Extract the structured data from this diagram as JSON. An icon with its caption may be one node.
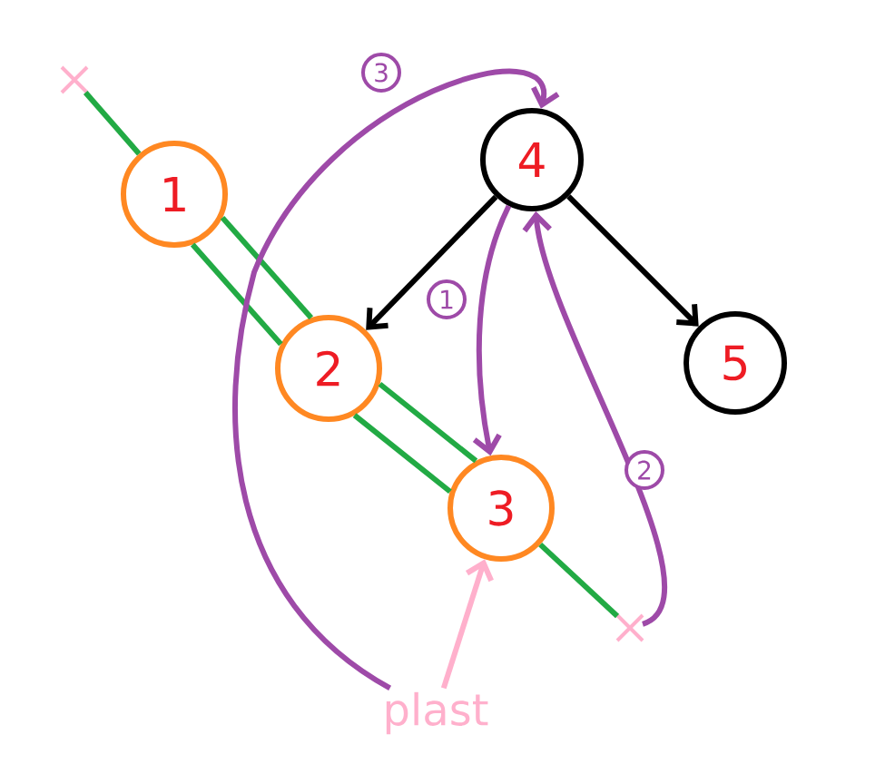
{
  "diagram": {
    "nodes": [
      {
        "text": [
          "1"
        ]
      },
      {
        "text": [
          "2"
        ]
      },
      {
        "text": [
          "3"
        ]
      },
      {
        "text": [
          "4"
        ]
      },
      {
        "text": [
          "5"
        ]
      },
      {
        "text": [],
        "shape": "cross"
      },
      {
        "text": [],
        "shape": "cross"
      },
      {
        "text": [
          "plast"
        ]
      }
    ],
    "edges": [
      {
        "from": 5,
        "to": 0,
        "arrow": "none"
      },
      {
        "from": 0,
        "to": 1,
        "arrow": "none"
      },
      {
        "from": 0,
        "to": 1,
        "arrow": "none"
      },
      {
        "from": 1,
        "to": 2,
        "arrow": "none"
      },
      {
        "from": 1,
        "to": 2,
        "arrow": "none"
      },
      {
        "from": 2,
        "to": 6,
        "arrow": "none"
      },
      {
        "from": 3,
        "to": 1,
        "arrow": "to",
        "color": "#000000"
      },
      {
        "from": 3,
        "to": 4,
        "arrow": "to",
        "color": "#000000"
      },
      {
        "from": 3,
        "to": 2,
        "arrow": "to",
        "label": "1",
        "color": "#9e4aa8"
      },
      {
        "from": 6,
        "to": 3,
        "arrow": "to",
        "label": "2",
        "color": "#9e4aa8"
      },
      {
        "from": 7,
        "to": 3,
        "arrow": "to",
        "label": "3",
        "color": "#9e4aa8"
      },
      {
        "from": 7,
        "to": 2,
        "arrow": "to",
        "color": "#ffb0cc"
      }
    ]
  }
}
